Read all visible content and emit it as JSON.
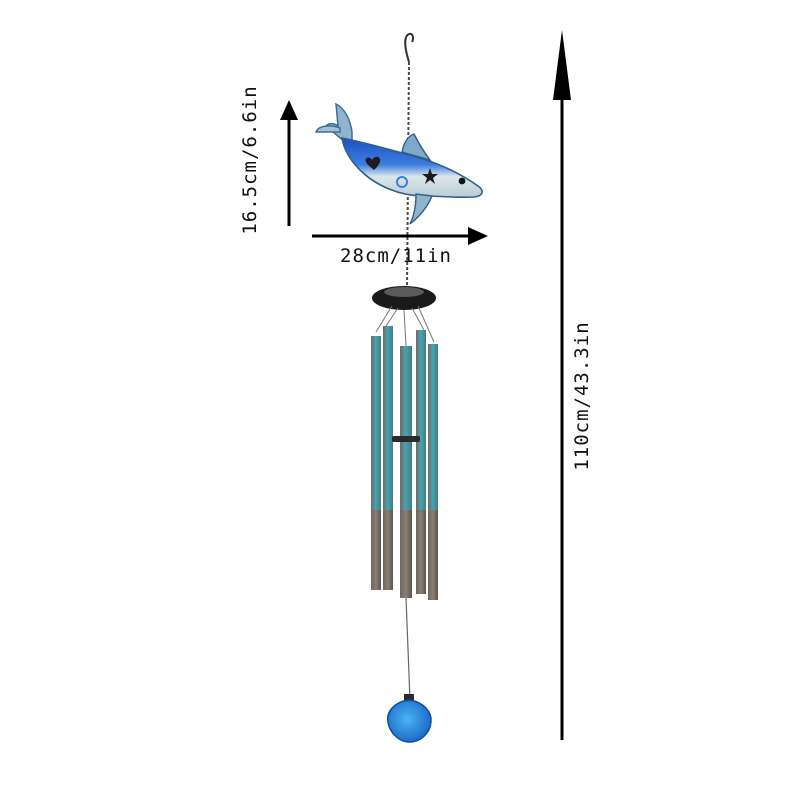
{
  "dimensions": {
    "height_label": "16.5cm/6.6in",
    "width_label": "28cm/11in",
    "total_length_label": "110cm/43.3in"
  },
  "colors": {
    "dolphin_blue": "#2f6fd6",
    "dolphin_belly": "#e6eef0",
    "tube_teal": "#4aa3ad",
    "tube_bronze": "#8a7f72",
    "sail_blue": "#1f7fd8",
    "arrow": "#000000"
  }
}
